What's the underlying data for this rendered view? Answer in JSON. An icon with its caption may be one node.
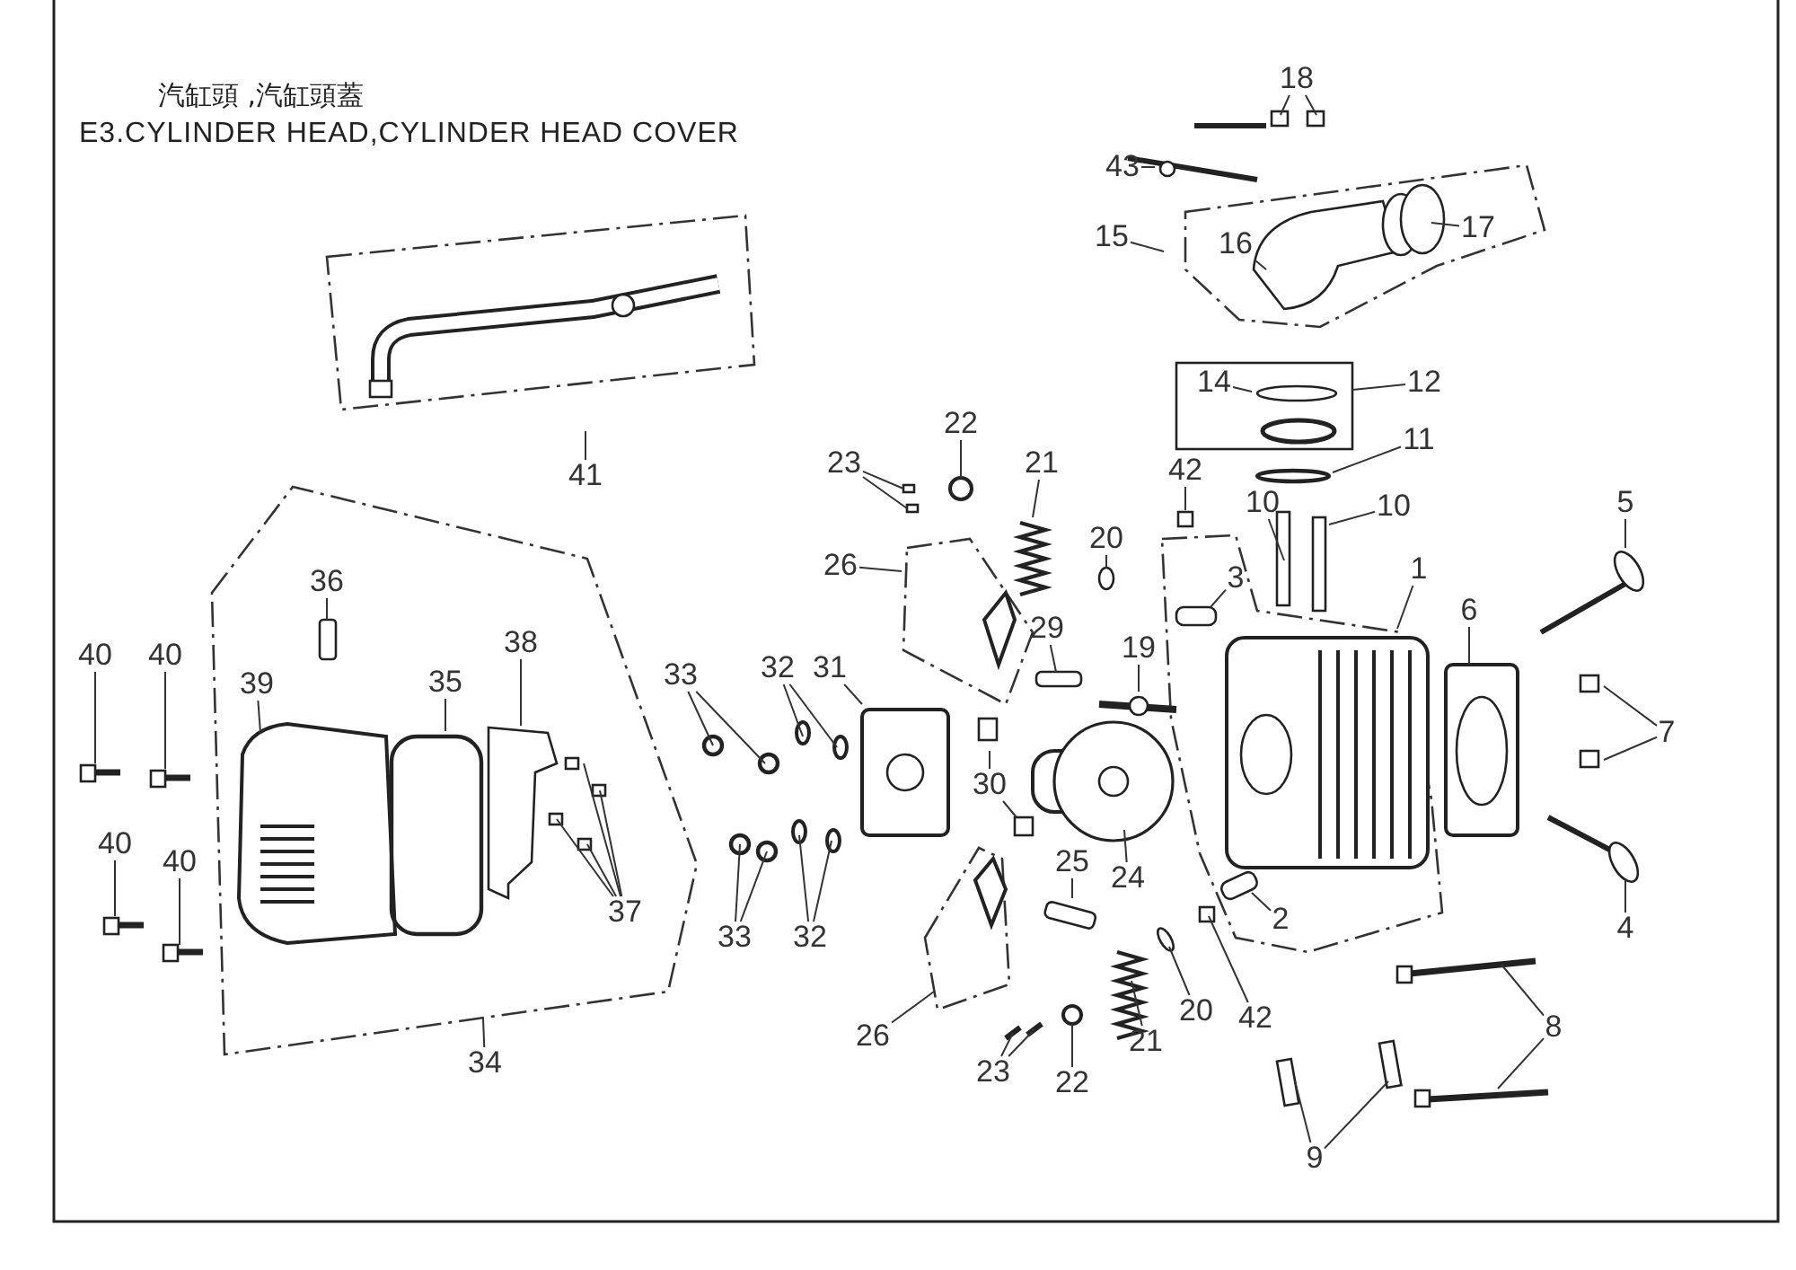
{
  "diagram": {
    "title": "E3.CYLINDER HEAD,CYLINDER HEAD COVER",
    "nodes": [
      {
        "text": [
          "18"
        ]
      },
      {
        "text": [
          "43"
        ]
      },
      {
        "text": [
          "15"
        ]
      },
      {
        "text": [
          "16"
        ]
      },
      {
        "text": [
          "17"
        ]
      },
      {
        "text": [
          "14"
        ]
      },
      {
        "text": [
          "12"
        ]
      },
      {
        "text": [
          "11"
        ]
      },
      {
        "text": [
          "10"
        ]
      },
      {
        "text": [
          "10"
        ]
      },
      {
        "text": [
          "41"
        ]
      },
      {
        "text": [
          "22"
        ]
      },
      {
        "text": [
          "23"
        ]
      },
      {
        "text": [
          "21"
        ]
      },
      {
        "text": [
          "42"
        ]
      },
      {
        "text": [
          "20"
        ]
      },
      {
        "text": [
          "26"
        ]
      },
      {
        "text": [
          "3"
        ]
      },
      {
        "text": [
          "1"
        ]
      },
      {
        "text": [
          "5"
        ]
      },
      {
        "text": [
          "6"
        ]
      },
      {
        "text": [
          "29"
        ]
      },
      {
        "text": [
          "19"
        ]
      },
      {
        "text": [
          "36"
        ]
      },
      {
        "text": [
          "40"
        ]
      },
      {
        "text": [
          "40"
        ]
      },
      {
        "text": [
          "39"
        ]
      },
      {
        "text": [
          "35"
        ]
      },
      {
        "text": [
          "38"
        ]
      },
      {
        "text": [
          "33"
        ]
      },
      {
        "text": [
          "32"
        ]
      },
      {
        "text": [
          "31"
        ]
      },
      {
        "text": [
          "7"
        ]
      },
      {
        "text": [
          "30"
        ]
      },
      {
        "text": [
          "40"
        ]
      },
      {
        "text": [
          "40"
        ]
      },
      {
        "text": [
          "37"
        ]
      },
      {
        "text": [
          "33"
        ]
      },
      {
        "text": [
          "32"
        ]
      },
      {
        "text": [
          "24"
        ]
      },
      {
        "text": [
          "25"
        ]
      },
      {
        "text": [
          "2"
        ]
      },
      {
        "text": [
          "4"
        ]
      },
      {
        "text": [
          "34"
        ]
      },
      {
        "text": [
          "26"
        ]
      },
      {
        "text": [
          "21"
        ]
      },
      {
        "text": [
          "20"
        ]
      },
      {
        "text": [
          "42"
        ]
      },
      {
        "text": [
          "23"
        ]
      },
      {
        "text": [
          "22"
        ]
      },
      {
        "text": [
          "8"
        ]
      },
      {
        "text": [
          "9"
        ]
      }
    ],
    "edges": [
      {
        "from": 0,
        "to": null,
        "arrow": "none"
      },
      {
        "from": 0,
        "to": null,
        "arrow": "none"
      },
      {
        "from": 1,
        "to": null,
        "arrow": "none"
      },
      {
        "from": 2,
        "to": null,
        "arrow": "none"
      },
      {
        "from": 3,
        "to": null,
        "arrow": "none"
      },
      {
        "from": 4,
        "to": null,
        "arrow": "none"
      },
      {
        "from": 5,
        "to": null,
        "arrow": "none"
      },
      {
        "from": 6,
        "to": null,
        "arrow": "none"
      },
      {
        "from": 7,
        "to": null,
        "arrow": "none"
      },
      {
        "from": 8,
        "to": null,
        "arrow": "none"
      },
      {
        "from": 9,
        "to": null,
        "arrow": "none"
      },
      {
        "from": 10,
        "to": null,
        "arrow": "none"
      },
      {
        "from": 11,
        "to": null,
        "arrow": "none"
      },
      {
        "from": 12,
        "to": null,
        "arrow": "none"
      },
      {
        "from": 12,
        "to": null,
        "arrow": "none"
      },
      {
        "from": 13,
        "to": null,
        "arrow": "none"
      },
      {
        "from": 14,
        "to": null,
        "arrow": "none"
      },
      {
        "from": 15,
        "to": null,
        "arrow": "none"
      },
      {
        "from": 16,
        "to": null,
        "arrow": "none"
      },
      {
        "from": 17,
        "to": null,
        "arrow": "none"
      },
      {
        "from": 18,
        "to": null,
        "arrow": "none"
      },
      {
        "from": 19,
        "to": null,
        "arrow": "none"
      },
      {
        "from": 20,
        "to": null,
        "arrow": "none"
      },
      {
        "from": 21,
        "to": null,
        "arrow": "none"
      },
      {
        "from": 22,
        "to": null,
        "arrow": "none"
      },
      {
        "from": 23,
        "to": null,
        "arrow": "none"
      },
      {
        "from": 24,
        "to": null,
        "arrow": "none"
      },
      {
        "from": 25,
        "to": null,
        "arrow": "none"
      },
      {
        "from": 26,
        "to": null,
        "arrow": "none"
      },
      {
        "from": 27,
        "to": null,
        "arrow": "none"
      },
      {
        "from": 28,
        "to": null,
        "arrow": "none"
      },
      {
        "from": 29,
        "to": null,
        "arrow": "none"
      },
      {
        "from": 29,
        "to": null,
        "arrow": "none"
      },
      {
        "from": 30,
        "to": null,
        "arrow": "none"
      },
      {
        "from": 30,
        "to": null,
        "arrow": "none"
      },
      {
        "from": 31,
        "to": null,
        "arrow": "none"
      },
      {
        "from": 32,
        "to": null,
        "arrow": "none"
      },
      {
        "from": 32,
        "to": null,
        "arrow": "none"
      },
      {
        "from": 33,
        "to": null,
        "arrow": "none"
      },
      {
        "from": 33,
        "to": null,
        "arrow": "none"
      },
      {
        "from": 34,
        "to": null,
        "arrow": "none"
      },
      {
        "from": 35,
        "to": null,
        "arrow": "none"
      },
      {
        "from": 36,
        "to": null,
        "arrow": "none"
      },
      {
        "from": 36,
        "to": null,
        "arrow": "none"
      },
      {
        "from": 36,
        "to": null,
        "arrow": "none"
      },
      {
        "from": 36,
        "to": null,
        "arrow": "none"
      },
      {
        "from": 37,
        "to": null,
        "arrow": "none"
      },
      {
        "from": 37,
        "to": null,
        "arrow": "none"
      },
      {
        "from": 38,
        "to": null,
        "arrow": "none"
      },
      {
        "from": 38,
        "to": null,
        "arrow": "none"
      },
      {
        "from": 39,
        "to": null,
        "arrow": "none"
      },
      {
        "from": 40,
        "to": null,
        "arrow": "none"
      },
      {
        "from": 41,
        "to": null,
        "arrow": "none"
      },
      {
        "from": 42,
        "to": null,
        "arrow": "none"
      },
      {
        "from": 43,
        "to": null,
        "arrow": "none"
      },
      {
        "from": 44,
        "to": null,
        "arrow": "none"
      },
      {
        "from": 45,
        "to": null,
        "arrow": "none"
      },
      {
        "from": 46,
        "to": null,
        "arrow": "none"
      },
      {
        "from": 47,
        "to": null,
        "arrow": "none"
      },
      {
        "from": 48,
        "to": null,
        "arrow": "none"
      },
      {
        "from": 48,
        "to": null,
        "arrow": "none"
      },
      {
        "from": 49,
        "to": null,
        "arrow": "none"
      },
      {
        "from": 50,
        "to": null,
        "arrow": "none"
      },
      {
        "from": 50,
        "to": null,
        "arrow": "none"
      },
      {
        "from": 51,
        "to": null,
        "arrow": "none"
      },
      {
        "from": 51,
        "to": null,
        "arrow": "none"
      }
    ],
    "labels": [
      "汽缸頭 ,汽缸頭蓋"
    ]
  }
}
